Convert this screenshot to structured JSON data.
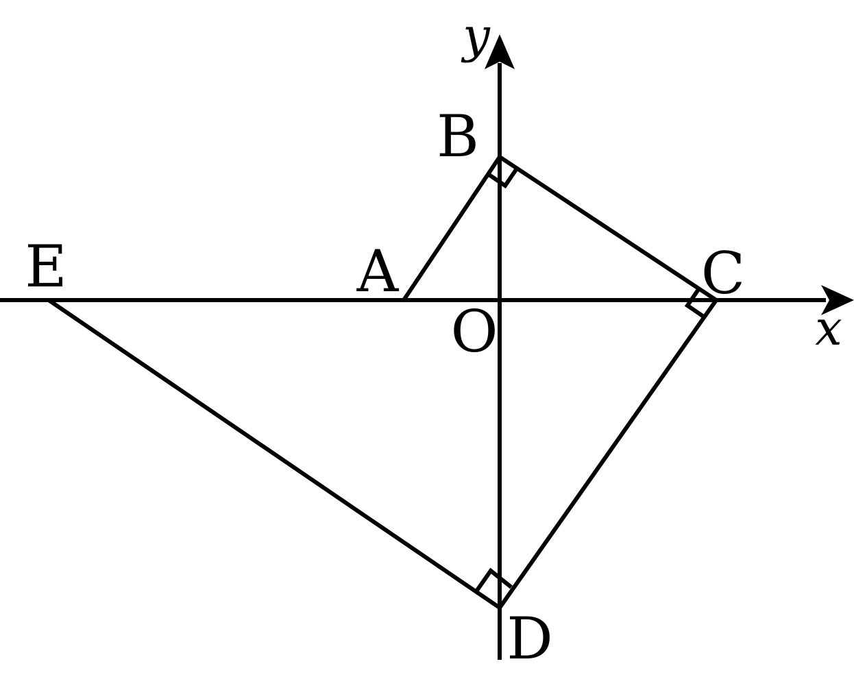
{
  "axes": {
    "x_label": "x",
    "y_label": "y",
    "origin_label": "O"
  },
  "points": {
    "A": "A",
    "B": "B",
    "C": "C",
    "D": "D",
    "E": "E"
  },
  "segments": [
    "AB",
    "BC",
    "CD",
    "DE"
  ],
  "right_angles": [
    "ABC",
    "BCD",
    "CDE"
  ],
  "colors": {
    "ink": "#000000",
    "background": "#ffffff"
  }
}
